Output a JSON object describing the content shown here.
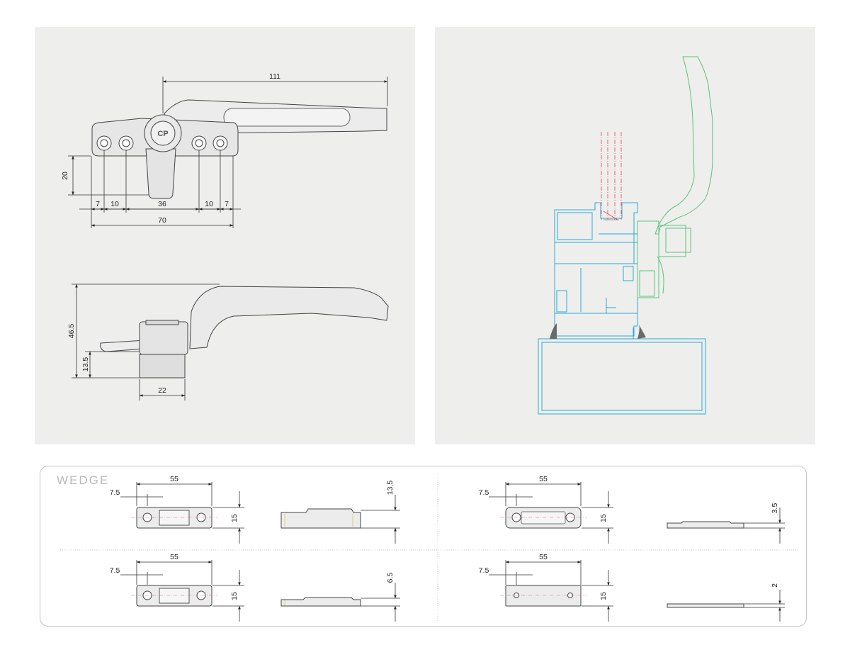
{
  "drawing_top": {
    "dims": {
      "overall_length": "111",
      "hole_pitch_left_edge": "7",
      "hole_pitch_left": "10",
      "center_span": "36",
      "hole_pitch_right": "10",
      "hole_pitch_right_edge": "7",
      "base_length": "70",
      "base_height": "20"
    },
    "logo_text": "CP"
  },
  "drawing_side": {
    "dims": {
      "total_height": "46.5",
      "base_height": "13.5",
      "base_width": "22"
    }
  },
  "wedge": {
    "title": "WEDGE",
    "variants": [
      {
        "length": "55",
        "offset": "7.5",
        "width": "15",
        "thickness": "13.5"
      },
      {
        "length": "55",
        "offset": "7.5",
        "width": "15",
        "thickness": "3.5"
      },
      {
        "length": "55",
        "offset": "7.5",
        "width": "15",
        "thickness": "6.5"
      },
      {
        "length": "55",
        "offset": "7.5",
        "width": "15",
        "thickness": "2"
      }
    ]
  },
  "colors": {
    "panel_bg": "#eeeeed",
    "line": "#333333",
    "frame_profile": "#2aa9d6",
    "handle_outline": "#5cc27a",
    "glass_line": "#e04848",
    "wedge_border": "#c4c4c4"
  }
}
